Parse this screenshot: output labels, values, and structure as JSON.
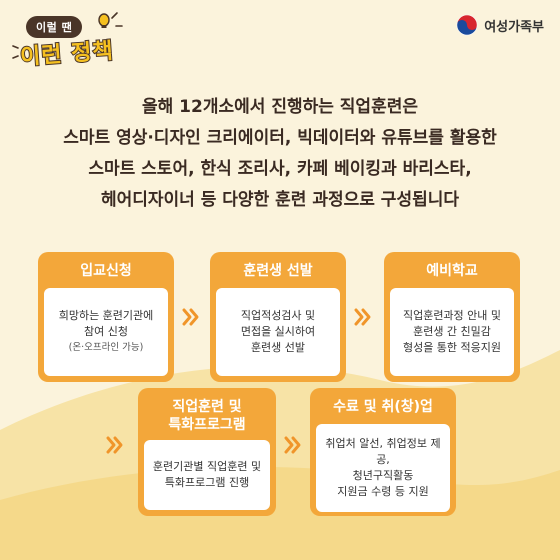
{
  "badge": {
    "sub": "이럴 땐",
    "main": "이런 정책"
  },
  "ministry": {
    "name": "여성가족부",
    "icon": "taegeuk-logo-icon"
  },
  "intro": {
    "lines": [
      "올해 12개소에서 진행하는 직업훈련은",
      "스마트 영상·디자인 크리에이터, 빅데이터와 유튜브를 활용한",
      "스마트 스토어, 한식 조리사, 카페 베이킹과 바리스타,",
      "헤어디자이너 등 다양한 훈련 과정으로 구성됩니다"
    ]
  },
  "steps": [
    {
      "title": "입교신청",
      "lines": [
        "희망하는 훈련기관에",
        "참여 신청"
      ],
      "note": "(온·오프라인 가능)"
    },
    {
      "title": "훈련생 선발",
      "lines": [
        "직업적성검사 및",
        "면접을 실시하여",
        "훈련생 선발"
      ]
    },
    {
      "title": "예비학교",
      "lines": [
        "직업훈련과정 안내 및",
        "훈련생 간 친밀감",
        "형성을 통한 적응지원"
      ]
    },
    {
      "title_lines": [
        "직업훈련 및",
        "특화프로그램"
      ],
      "lines": [
        "훈련기관별 직업훈련 및",
        "특화프로그램 진행"
      ]
    },
    {
      "title": "수료 및 취(창)업",
      "lines": [
        "취업처 알선, 취업정보 제공,",
        "청년구직활동",
        "지원금 수령 등 지원"
      ]
    }
  ],
  "colors": {
    "background": "#fbf3dc",
    "card": "#f3a73a",
    "wave": "#f7df9c",
    "text": "#3a2a22"
  }
}
